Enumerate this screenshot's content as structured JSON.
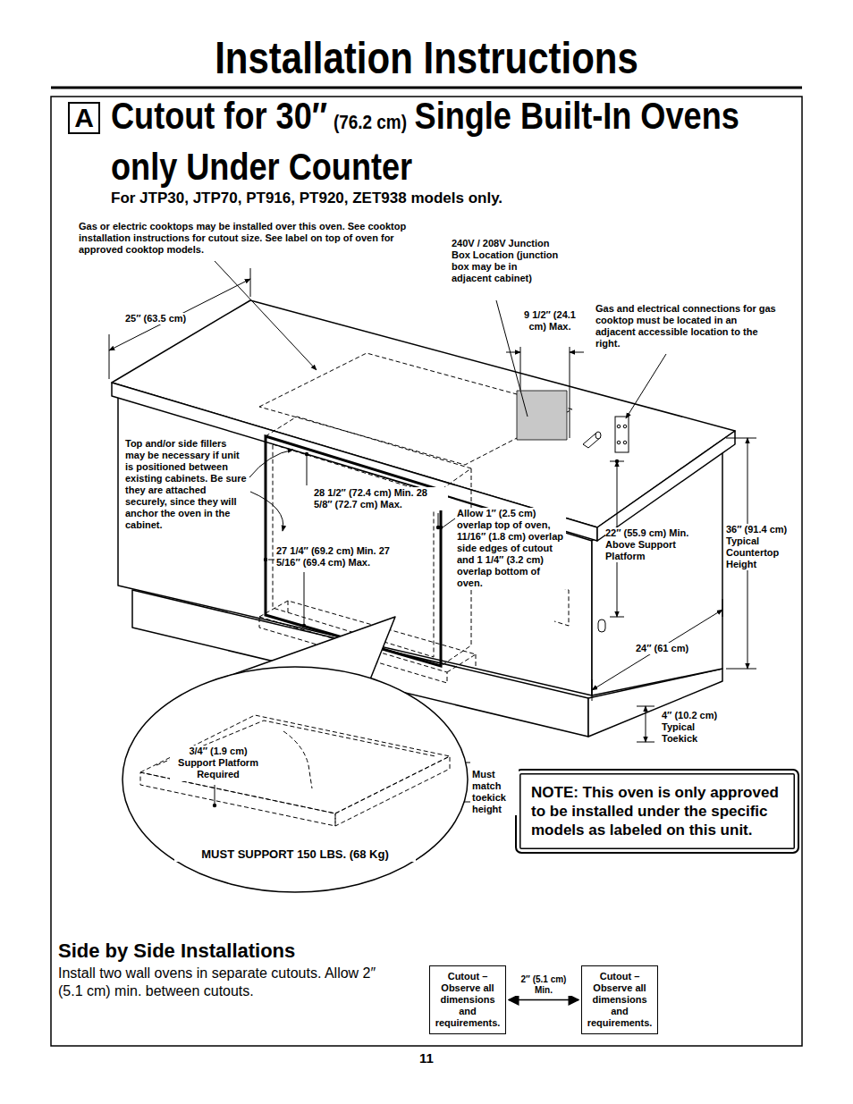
{
  "diagram": {
    "title": "Installation Instructions",
    "nodes": [
      {
        "text": [
          "A"
        ]
      },
      {
        "text": [
          "3/4″ (1.9 cm) Support Platform Required",
          "MUST SUPPORT 150 LBS. (68 Kg)"
        ]
      },
      {
        "text": [
          "NOTE: This oven is only approved to be installed under the specific models as labeled on this unit."
        ]
      },
      {
        "text": [
          "Cutout – Observe all dimensions and requirements."
        ]
      },
      {
        "text": [
          "Cutout – Observe all dimensions and requirements."
        ]
      }
    ],
    "edges": [
      {
        "from": 3,
        "to": 4,
        "arrow": "both",
        "label": "2″ (5.1 cm) Min."
      }
    ],
    "labels": [
      "Cutout for 30″",
      "(76.2 cm)",
      "Single Built-In Ovens only Under Counter",
      "For JTP30, JTP70, PT916, PT920, ZET938 models only.",
      "Gas or electric cooktops may be installed over this oven. See cooktop installation instructions for cutout size. See label on top of oven for approved cooktop models.",
      "240V / 208V Junction Box Location (junction box may be in adjacent cabinet)",
      "25″ (63.5 cm)",
      "9 1/2″ (24.1 cm) Max.",
      "Gas and electrical connections for gas cooktop must be located in an adjacent accessible location to the right.",
      "Top and/or side fillers may be necessary if unit is positioned between existing cabinets. Be sure they are attached securely, since they will anchor the oven in the cabinet.",
      "28 1/2″ (72.4 cm) Min. 28 5/8″ (72.7 cm) Max.",
      "Allow 1″ (2.5 cm) overlap top of oven, 11/16″ (1.8 cm) overlap side edges of cutout and 1 1/4″ (3.2 cm) overlap bottom of oven.",
      "22″ (55.9 cm) Min. Above Support Platform",
      "36″ (91.4 cm) Typical Countertop Height",
      "27 1/4″ (69.2 cm) Min. 27 5/16″ (69.4 cm) Max.",
      "24″ (61 cm)",
      "4″ (10.2 cm) Typical Toekick",
      "Must match toekick height",
      "Side by Side Installations",
      "Install two wall ovens in separate cutouts. Allow 2″ (5.1 cm) min. between cutouts.",
      "11"
    ]
  }
}
